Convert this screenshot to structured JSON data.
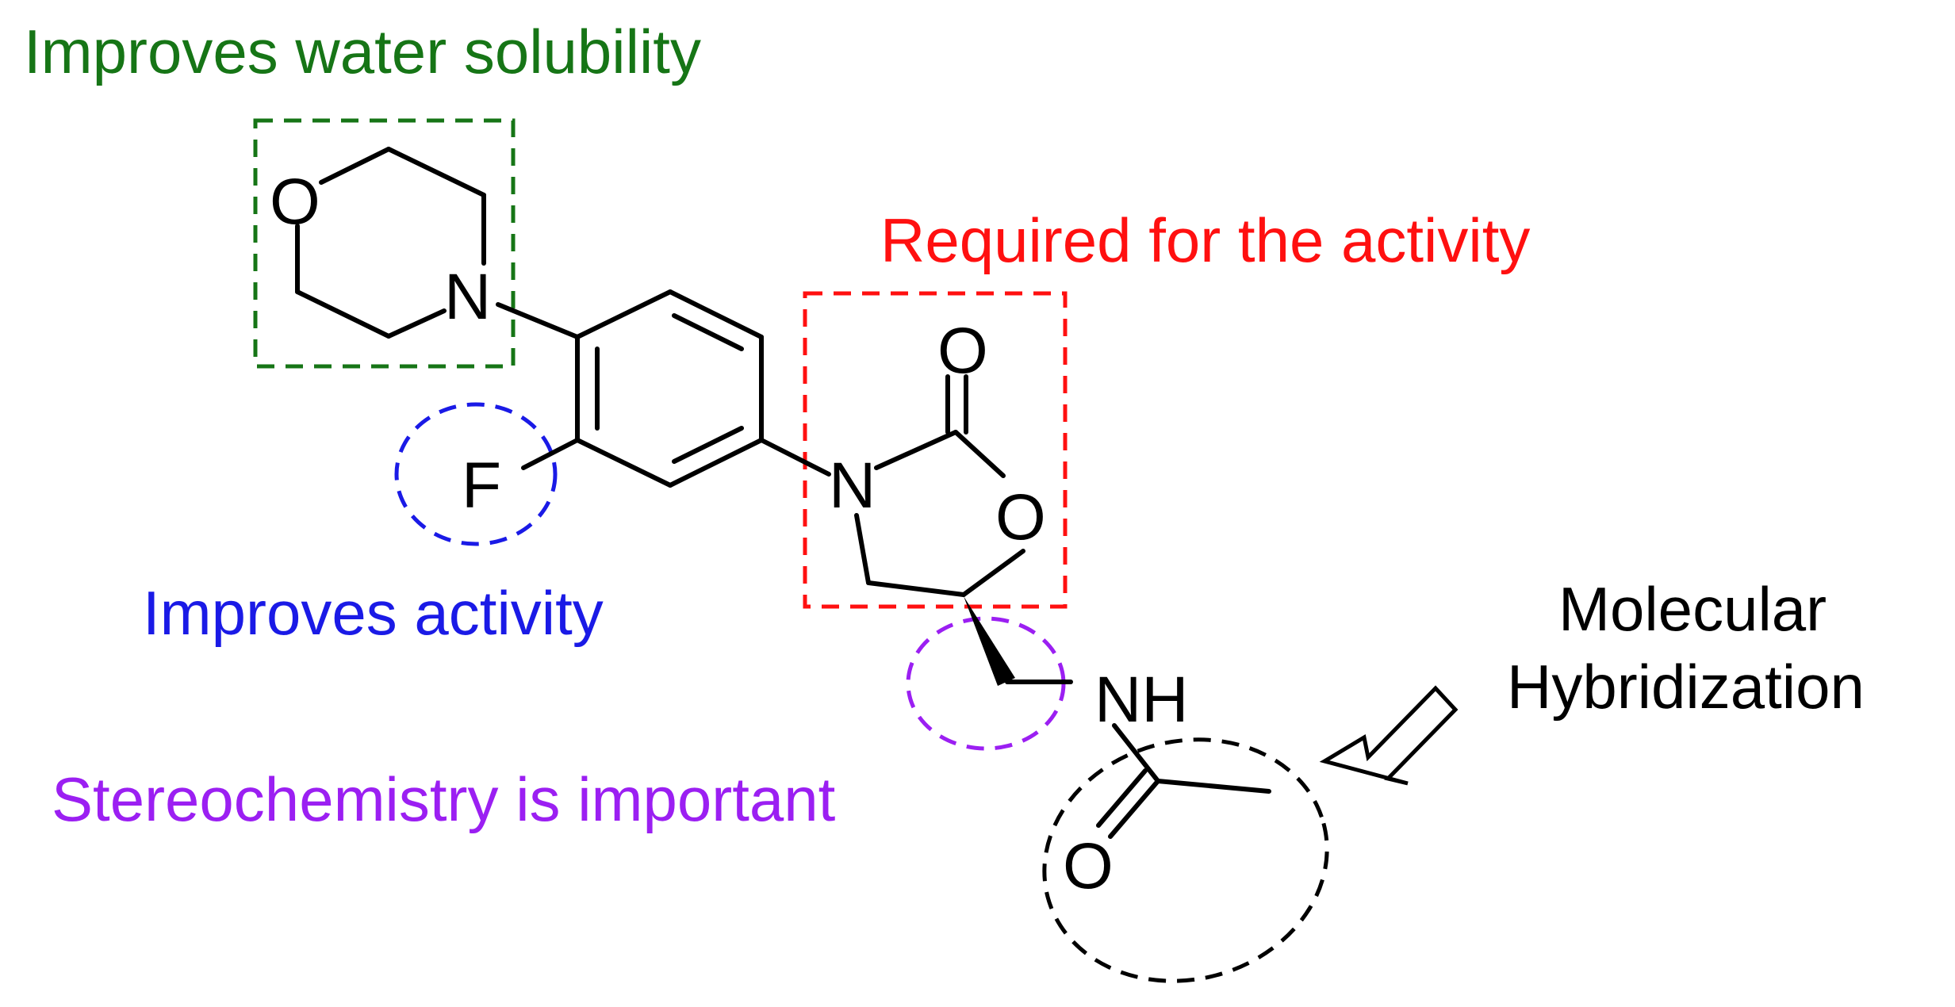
{
  "colors": {
    "green": "#167516",
    "red": "#ff1010",
    "blue": "#1a1ae6",
    "purple": "#9b1ff2",
    "black": "#000000"
  },
  "annotations": {
    "solubility": "Improves water solubility",
    "required": "Required for the activity",
    "activity": "Improves activity",
    "stereo": "Stereochemistry is important",
    "hybrid_line1": "Molecular",
    "hybrid_line2": "Hybridization"
  },
  "atoms": {
    "morpholine_o": "O",
    "morpholine_n": "N",
    "fluorine": "F",
    "oxazolidinone_n": "N",
    "carbonyl_o": "O",
    "ring_o": "O",
    "amide_nh": "NH",
    "amide_o": "O"
  }
}
